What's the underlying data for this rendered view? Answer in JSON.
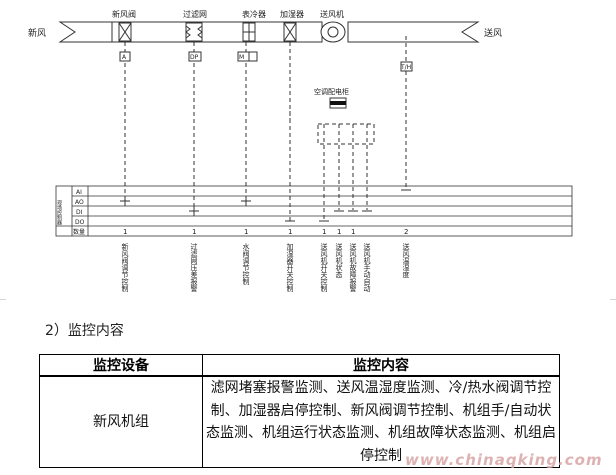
{
  "diagram": {
    "inlet_label": "新风",
    "outlet_label": "送风",
    "components": [
      "新风阀",
      "过滤网",
      "表冷器",
      "加湿器",
      "送风机"
    ],
    "panel_label": "空调配电柜",
    "sensor_tags": [
      "A",
      "DP",
      "M",
      "T/H"
    ],
    "ddc_label": "现场控制器",
    "rows": [
      "AI",
      "AO",
      "DI",
      "DO",
      "数量"
    ],
    "counts": [
      "1",
      "1",
      "1",
      "1",
      "1",
      "1",
      "1",
      "2"
    ],
    "point_labels": [
      "新风阀调节控制",
      "过滤网压差报警",
      "水阀调节控制",
      "加湿器开关控制",
      "送风机开关控制",
      "送风机状态",
      "送风机故障报警",
      "送风机手动自动",
      "送风温湿度"
    ]
  },
  "caption": "2）监控内容",
  "table": {
    "headers": [
      "监控设备",
      "监控内容"
    ],
    "rows": [
      {
        "device": "新风机组",
        "content": "滤网堵塞报警监测、送风温湿度监测、冷/热水阀调节控制、加湿器启停控制、新风阀调节控制、机组手/自动状态监测、机组运行状态监测、机组故障状态监测、机组启停控制"
      }
    ]
  },
  "watermark": "www.chinaqking.com"
}
